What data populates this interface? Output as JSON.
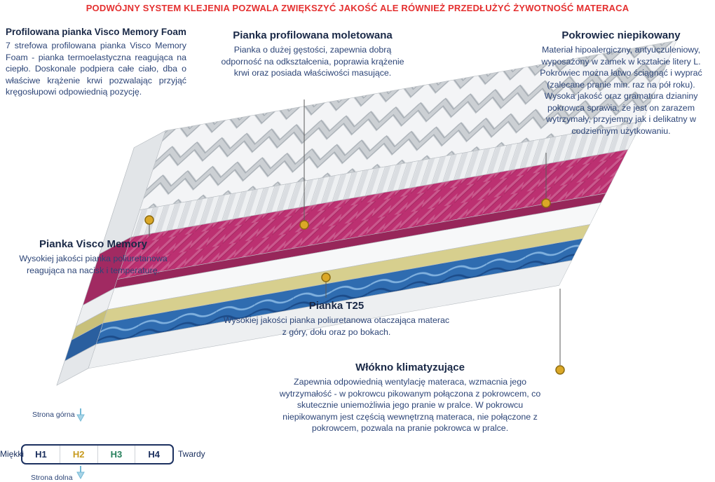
{
  "banner": {
    "text": "PODWÓJNY SYSTEM KLEJENIA POZWALA ZWIĘKSZYĆ JAKOŚĆ ALE RÓWNIEŻ PRZEDŁUŻYĆ ŻYWOTNOŚĆ MATERACA",
    "color": "#e43030"
  },
  "annotations": {
    "visco_foam": {
      "title": "Profilowana pianka Visco Memory Foam",
      "body": "7 strefowa profilowana pianka Visco Memory Foam - pianka termoelastyczna reagująca na ciepło. Doskonale podpiera całe ciało, dba o właściwe krążenie krwi pozwalając przyjąć kręgosłupowi odpowiednią pozycję."
    },
    "moletowana": {
      "title": "Pianka profilowana moletowana",
      "body": "Pianka o dużej gęstości, zapewnia dobrą odporność na odkształcenia, poprawia krążenie krwi oraz posiada właściwości masujące."
    },
    "pokrowiec": {
      "title": "Pokrowiec niepikowany",
      "body": "Materiał hipoalergiczny, antyuczuleniowy, wyposażony w zamek w kształcie litery L. Pokrowiec można łatwo ściągnąć i wyprać (zalecane pranie min. raz na pół roku). Wysoka jakość oraz gramatura dzianiny pokrowca sprawia, że jest on zarazem wytrzymały, przyjemny jak i delikatny w codziennym użytkowaniu."
    },
    "visco_memory": {
      "title": "Pianka Visco Memory",
      "body": "Wysokiej jakości pianka poliuretanowa reagująca na nacisk i temperaturę."
    },
    "t25": {
      "title": "Pianka T25",
      "body": "Wysokiej jakości pianka poliuretanowa otaczająca materac z góry, dołu oraz po bokach."
    },
    "wlokno": {
      "title": "Włókno klimatyzujące",
      "body": "Zapewnia odpowiednią wentylację materaca, wzmacnia jego wytrzymałość - w pokrowcu pikowanym połączona z pokrowcem, co skutecznie uniemożliwia jego pranie w pralce. W pokrowcu niepikowanym jest częścią wewnętrzną materaca, nie połączone z pokrowcem, pozwala na pranie pokrowca w pralce."
    }
  },
  "scale": {
    "top_label": "Strona górna",
    "bottom_label": "Strona dolna",
    "soft_label": "Miękki",
    "hard_label": "Twardy",
    "levels": [
      {
        "label": "H1",
        "color": "#1b2f5e"
      },
      {
        "label": "H2",
        "color": "#c79a1e"
      },
      {
        "label": "H3",
        "color": "#27805c"
      },
      {
        "label": "H4",
        "color": "#1b2f5e"
      }
    ]
  },
  "mattress_layers": [
    {
      "name": "profilowana pianka visco memory foam (zigzag top)",
      "color": "#f3f4f6"
    },
    {
      "name": "pianka visco memory (white)",
      "color": "#eef0f2"
    },
    {
      "name": "pianka profilowana moletowana (pink)",
      "color": "#bc3071"
    },
    {
      "name": "pianka T25 (yellow)",
      "color": "#d7cf8e"
    },
    {
      "name": "włókno klimatyzujące (blue)",
      "color": "#2f6cb0"
    },
    {
      "name": "base foam (white)",
      "color": "#edeff1"
    }
  ],
  "colors": {
    "banner_red": "#e43030",
    "title_navy": "#1a2947",
    "body_navy": "#2d4577",
    "marker_gold": "#dba827",
    "connector_gray": "#5a5a5a"
  }
}
